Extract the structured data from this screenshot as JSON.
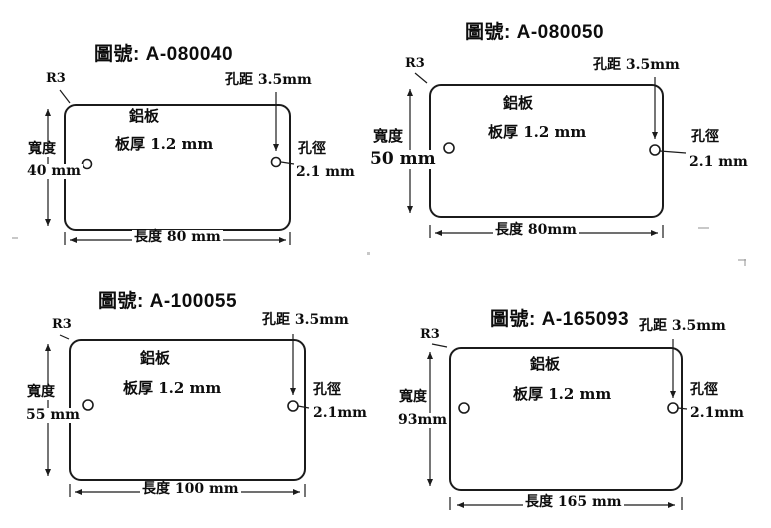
{
  "colors": {
    "line": "#1b1b1b",
    "text": "#0d0d0d",
    "background": "#ffffff"
  },
  "panels": [
    {
      "title": "圖號: A-080040",
      "corner_radius": "R3",
      "hole_pitch": "孔距 3.5mm",
      "material": "鋁板",
      "thickness": "板厚 1.2 mm",
      "width_label": "寬度",
      "width_value": "40 mm",
      "hole_diameter_label": "孔徑",
      "hole_diameter_value": "2.1 mm",
      "length": "長度 80 mm"
    },
    {
      "title": "圖號: A-080050",
      "corner_radius": "R3",
      "hole_pitch": "孔距 3.5mm",
      "material": "鋁板",
      "thickness": "板厚 1.2 mm",
      "width_label": "寬度",
      "width_value": "50 mm",
      "hole_diameter_label": "孔徑",
      "hole_diameter_value": "2.1 mm",
      "length": "長度 80mm"
    },
    {
      "title": "圖號: A-100055",
      "corner_radius": "R3",
      "hole_pitch": "孔距 3.5mm",
      "material": "鋁板",
      "thickness": "板厚 1.2 mm",
      "width_label": "寬度",
      "width_value": "55 mm",
      "hole_diameter_label": "孔徑",
      "hole_diameter_value": "2.1mm",
      "length": "長度 100 mm"
    },
    {
      "title": "圖號: A-165093",
      "corner_radius": "R3",
      "hole_pitch": "孔距 3.5mm",
      "material": "鋁板",
      "thickness": "板厚 1.2 mm",
      "width_label": "寬度",
      "width_value": "93mm",
      "hole_diameter_label": "孔徑",
      "hole_diameter_value": "2.1mm",
      "length": "長度 165 mm"
    }
  ]
}
